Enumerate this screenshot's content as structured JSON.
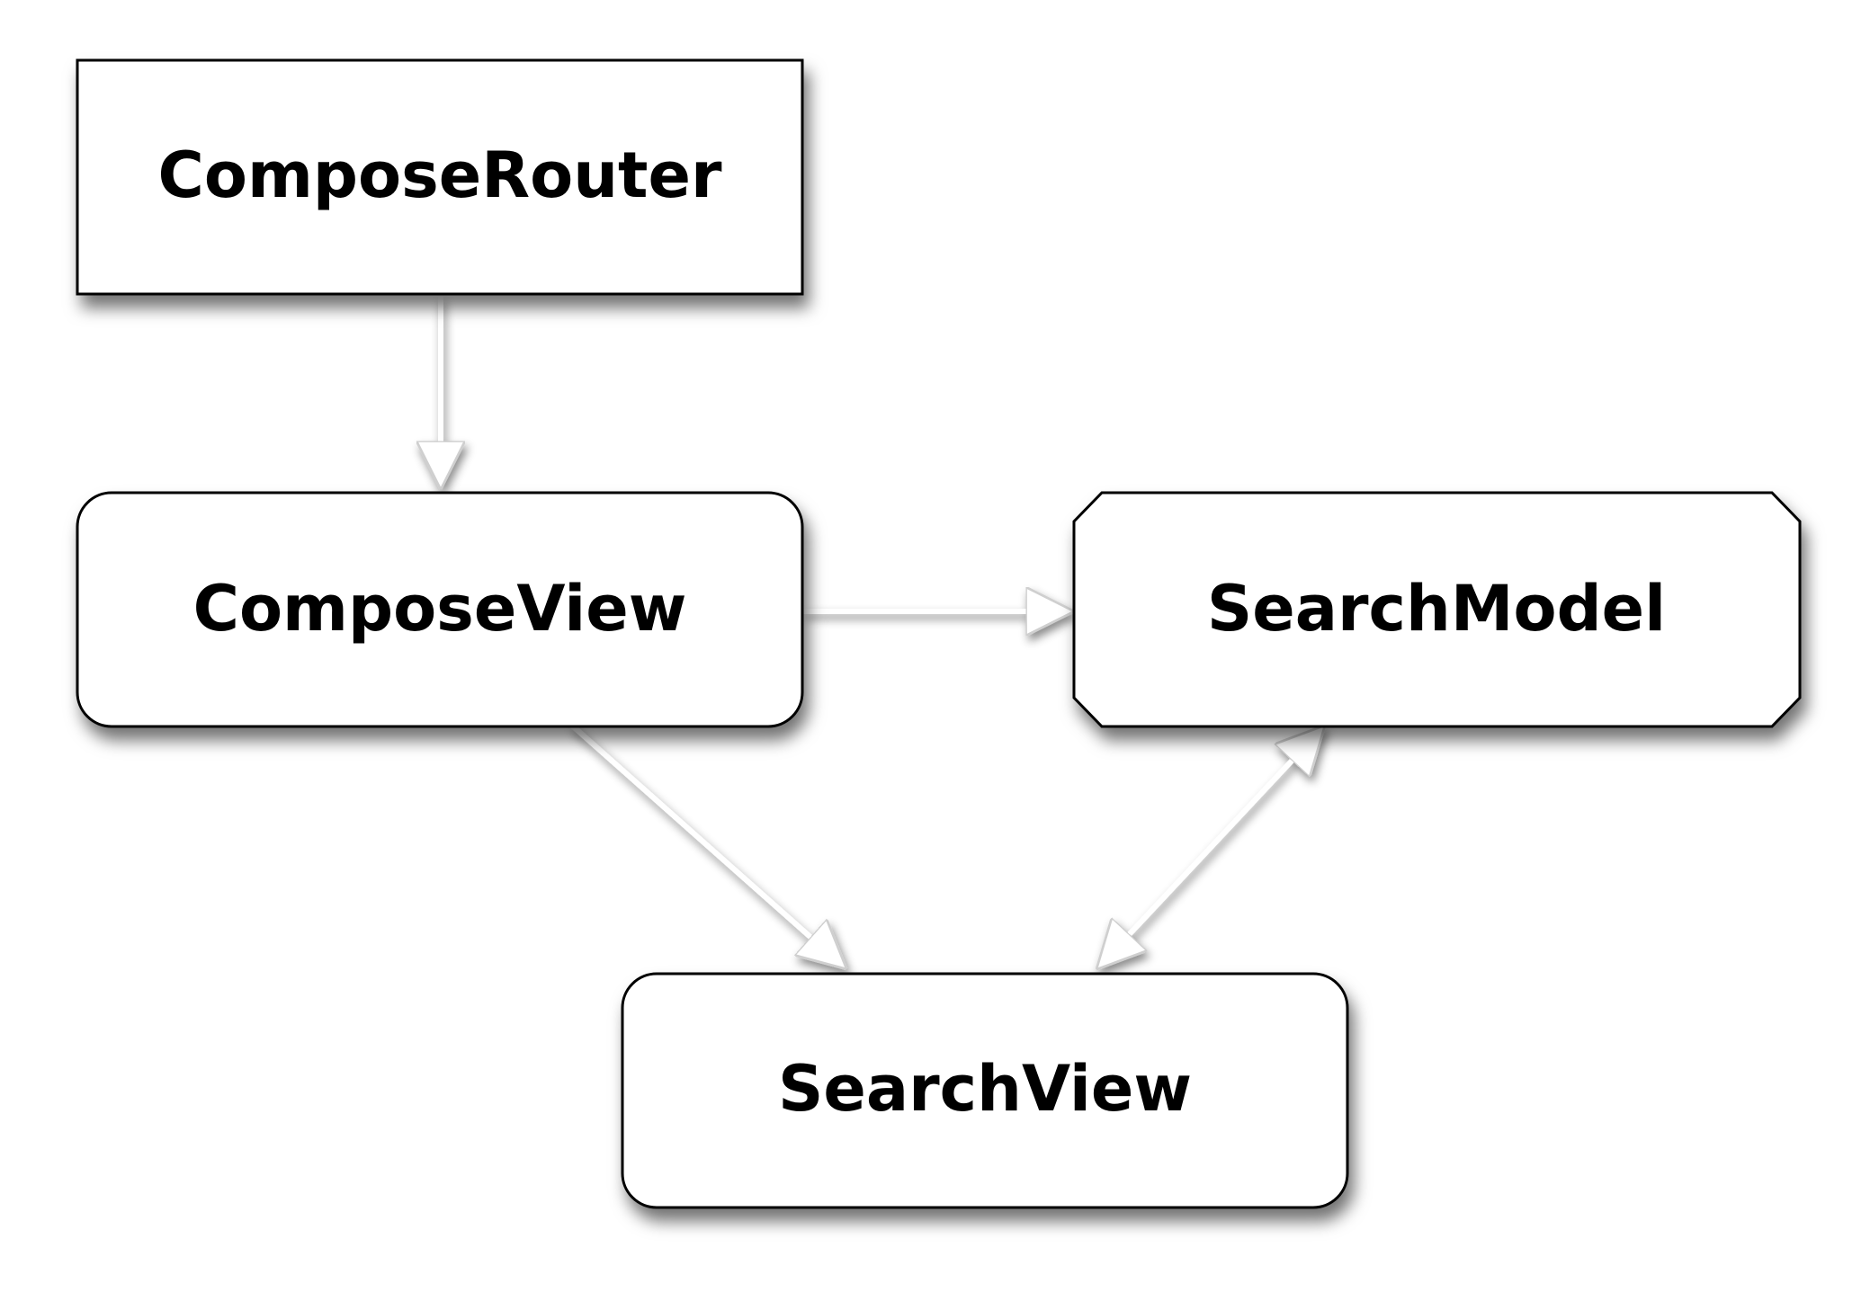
{
  "nodes": {
    "compose_router": {
      "label": "ComposeRouter",
      "shape": "rectangle"
    },
    "compose_view": {
      "label": "ComposeView",
      "shape": "rounded-rectangle"
    },
    "search_model": {
      "label": "SearchModel",
      "shape": "chamfered-rectangle"
    },
    "search_view": {
      "label": "SearchView",
      "shape": "rounded-rectangle"
    }
  },
  "edges": [
    {
      "from": "ComposeRouter",
      "to": "ComposeView",
      "direction": "one-way"
    },
    {
      "from": "ComposeView",
      "to": "SearchModel",
      "direction": "one-way"
    },
    {
      "from": "ComposeView",
      "to": "SearchView",
      "direction": "one-way"
    },
    {
      "from": "SearchView",
      "to": "SearchModel",
      "direction": "two-way"
    }
  ],
  "colors": {
    "background": "#ffffff",
    "node_fill": "#ffffff",
    "node_stroke": "#000000",
    "arrow": "#ffffff",
    "shadow": "#000000"
  }
}
